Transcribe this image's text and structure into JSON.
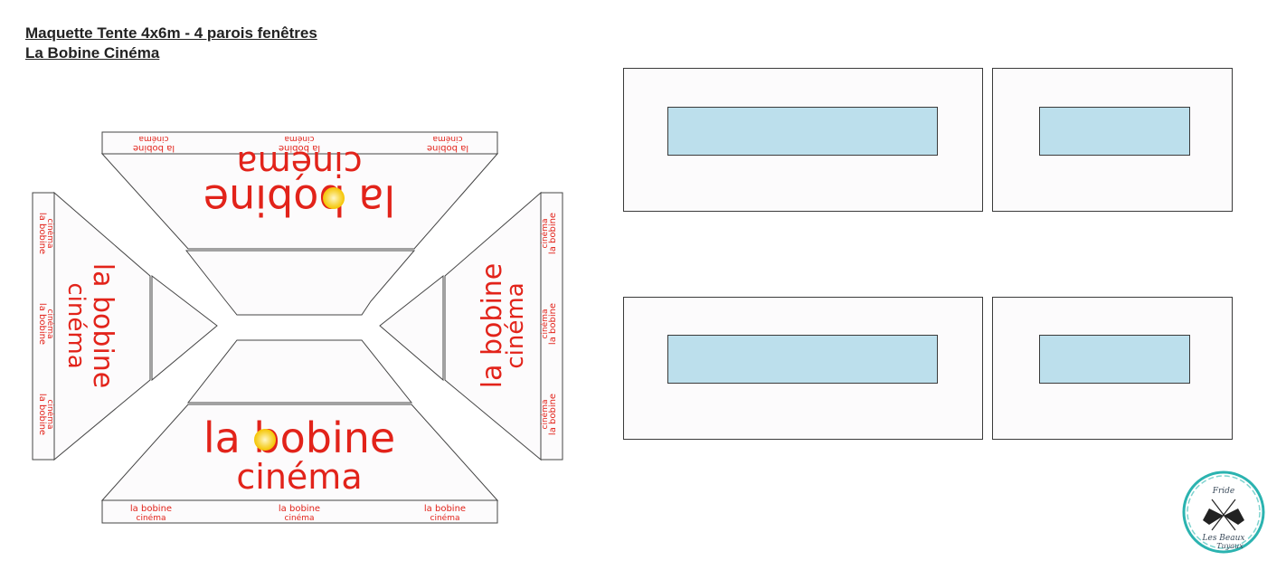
{
  "header": {
    "title": "Maquette Tente 4x6m - 4 parois fenêtres",
    "subtitle": "La Bobine Cinéma"
  },
  "brand": {
    "line1": "la bobine",
    "line2": "cinéma",
    "color": "#e2231a",
    "accent_color": "#f5c400"
  },
  "walls": {
    "wall_color": "#fcfbfc",
    "window_color": "#bcdfec",
    "items": [
      {
        "id": "wall-1",
        "kind": "long"
      },
      {
        "id": "wall-2",
        "kind": "short"
      },
      {
        "id": "wall-3",
        "kind": "long"
      },
      {
        "id": "wall-4",
        "kind": "short"
      }
    ]
  },
  "logo": {
    "top": "Fride",
    "bottom1": "Les Beaux",
    "bottom2": "Tuyaux",
    "ring_color": "#2bb3b0",
    "icon": "bells-icon"
  }
}
